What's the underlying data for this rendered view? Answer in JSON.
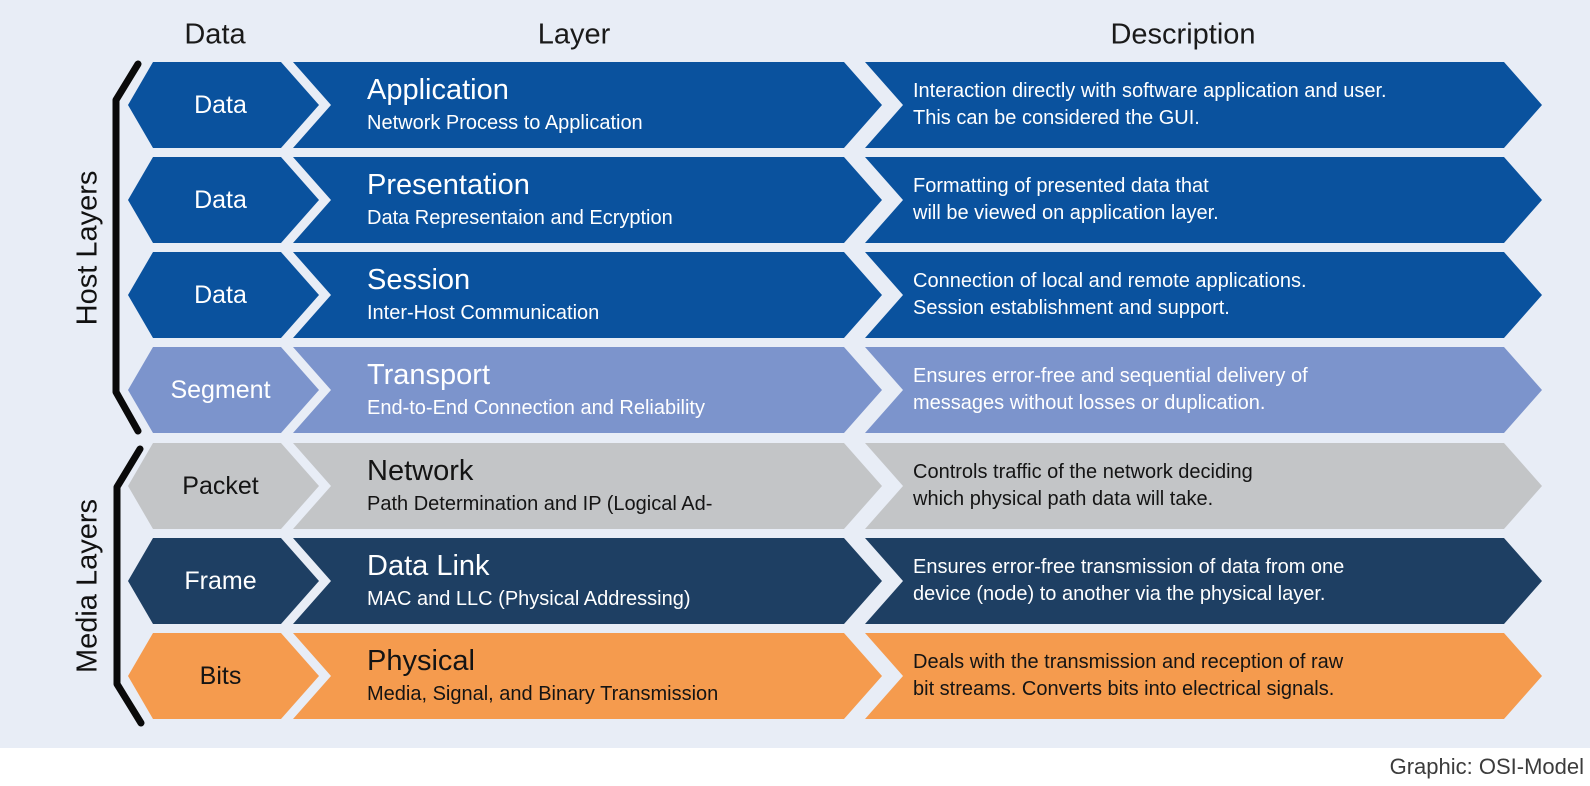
{
  "headers": {
    "data": "Data",
    "layer": "Layer",
    "description": "Description"
  },
  "groups": [
    {
      "label": "Host Layers",
      "rows": "1-4"
    },
    {
      "label": "Media Layers",
      "rows": "5-7"
    }
  ],
  "colors": {
    "background": "#e8edf6",
    "host_blue": "#0a529e",
    "transport_periwinkle": "#7c94cc",
    "network_gray": "#c3c5c7",
    "datalink_navy": "#1e3f63",
    "physical_orange": "#f59b4e",
    "bracket_black": "#0a0a0a",
    "footer_white": "#ffffff"
  },
  "layers": [
    {
      "data_unit": "Data",
      "name": "Application",
      "subtitle": "Network Process to Application",
      "desc1": "Interaction directly with software application and user.",
      "desc2": "This can be considered the GUI.",
      "color": "#0a529e"
    },
    {
      "data_unit": "Data",
      "name": "Presentation",
      "subtitle": "Data Representaion and Ecryption",
      "desc1": "Formatting of presented data that",
      "desc2": "will be viewed on application layer.",
      "color": "#0a529e"
    },
    {
      "data_unit": "Data",
      "name": "Session",
      "subtitle": "Inter-Host Communication",
      "desc1": "Connection of local and remote applications.",
      "desc2": "Session establishment and support.",
      "color": "#0a529e"
    },
    {
      "data_unit": "Segment",
      "name": "Transport",
      "subtitle": "End-to-End Connection and Reliability",
      "desc1": "Ensures error-free and sequential delivery of",
      "desc2": "messages without losses or duplication.",
      "color": "#7c94cc"
    },
    {
      "data_unit": "Packet",
      "name": "Network",
      "subtitle": "Path Determination and IP (Logical Ad-",
      "desc1": "Controls traffic of the network deciding",
      "desc2": "which physical path data will take.",
      "color": "#c3c5c7"
    },
    {
      "data_unit": "Frame",
      "name": "Data Link",
      "subtitle": "MAC and LLC (Physical Addressing)",
      "desc1": "Ensures error-free transmission of data from one",
      "desc2": "device (node) to another via the physical layer.",
      "color": "#1e3f63"
    },
    {
      "data_unit": "Bits",
      "name": "Physical",
      "subtitle": "Media, Signal, and Binary Transmission",
      "desc1": "Deals with the transmission and reception of raw",
      "desc2": "bit streams. Converts bits into electrical signals.",
      "color": "#f59b4e"
    }
  ],
  "footer": {
    "credit": "Graphic: OSI-Model"
  }
}
